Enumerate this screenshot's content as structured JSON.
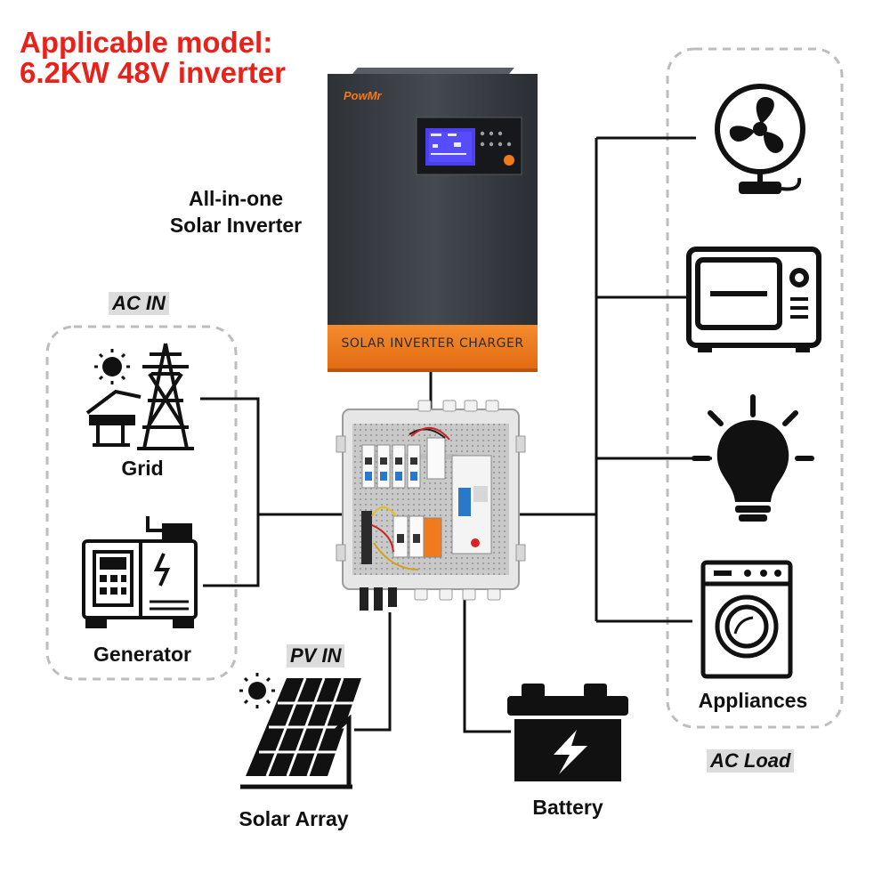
{
  "header": {
    "title_line1": "Applicable model:",
    "title_line2": "6.2KW 48V inverter"
  },
  "inverter": {
    "label_line1": "All-in-one",
    "label_line2": "Solar Inverter",
    "brand": "PowMr",
    "band_text": "SOLAR INVERTER CHARGER"
  },
  "ac_in": {
    "tag": "AC IN",
    "sources": [
      {
        "label": "Grid",
        "icon": "power-grid-icon"
      },
      {
        "label": "Generator",
        "icon": "generator-icon"
      }
    ]
  },
  "pv_in": {
    "tag": "PV IN",
    "label": "Solar Array",
    "icon": "solar-panel-icon"
  },
  "battery": {
    "label": "Battery",
    "icon": "battery-icon"
  },
  "ac_load": {
    "tag": "AC Load",
    "label": "Appliances",
    "icons": [
      "fan-icon",
      "microwave-icon",
      "light-bulb-icon",
      "washing-machine-icon"
    ]
  },
  "colors": {
    "title": "#e8221b",
    "inverter_body": "#3c4046",
    "inverter_band": "#f07a1c",
    "line": "#111111",
    "dash_border": "#bdbdbd",
    "tag_bg": "#dcdcdc"
  }
}
